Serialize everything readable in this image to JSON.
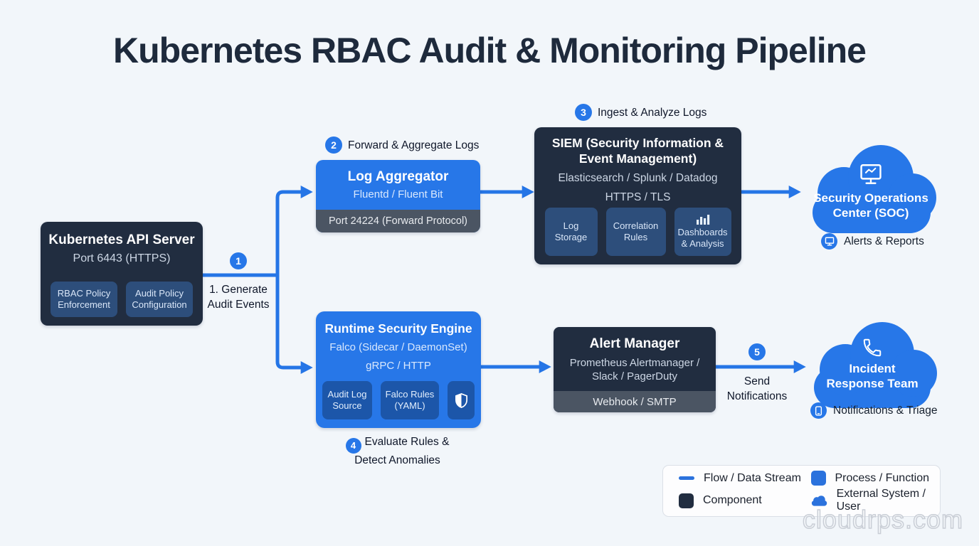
{
  "title": "Kubernetes RBAC Audit & Monitoring Pipeline",
  "palette": {
    "accent_blue": "#2777e8",
    "component_navy": "#212d40",
    "chip_steel": "#2d4e7b",
    "footer_gray": "#4b5563",
    "background": "#f2f6fa"
  },
  "nodes": {
    "api_server": {
      "title": "Kubernetes API Server",
      "subtitle": "Port 6443 (HTTPS)",
      "chip1": "RBAC Policy Enforcement",
      "chip2": "Audit Policy Configuration"
    },
    "log_aggregator": {
      "title": "Log Aggregator",
      "subtitle": "Fluentd / Fluent Bit",
      "footer": "Port 24224 (Forward Protocol)"
    },
    "siem": {
      "title": "SIEM (Security Information & Event Management)",
      "subtitle": "Elasticsearch / Splunk / Datadog",
      "protocol": "HTTPS / TLS",
      "chip1": "Log Storage",
      "chip2": "Correlation Rules",
      "chip3": "Dashboards & Analysis"
    },
    "soc": {
      "title": "Security Operations Center (SOC)",
      "caption": "Alerts & Reports"
    },
    "runtime": {
      "title": "Runtime Security Engine",
      "subtitle": "Falco (Sidecar / DaemonSet)",
      "protocol": "gRPC / HTTP",
      "chip1": "Audit Log Source",
      "chip2": "Falco Rules (YAML)"
    },
    "alert_manager": {
      "title": "Alert Manager",
      "subtitle": "Prometheus Alertmanager / Slack / PagerDuty",
      "footer": "Webhook / SMTP"
    },
    "incident": {
      "title": "Incident Response Team",
      "caption": "Notifications & Triage"
    }
  },
  "steps": [
    {
      "num": "1",
      "label": "1. Generate Audit Events"
    },
    {
      "num": "2",
      "label": "Forward & Aggregate Logs"
    },
    {
      "num": "3",
      "label": "Ingest & Analyze Logs"
    },
    {
      "num": "4",
      "label": "Evaluate Rules & Detect Anomalies"
    },
    {
      "num": "5",
      "label": "Send Notifications"
    }
  ],
  "legend": {
    "items": [
      {
        "label": "Flow / Data Stream"
      },
      {
        "label": "Process / Function"
      },
      {
        "label": "Component"
      },
      {
        "label": "External System / User"
      }
    ]
  },
  "watermark": "cloudrps.com"
}
